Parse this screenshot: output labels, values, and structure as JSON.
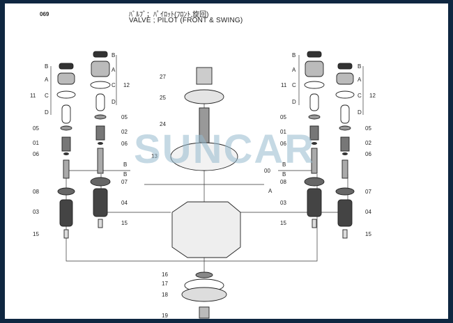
{
  "header": {
    "page_number": "069",
    "title_jp": "ﾊﾞﾙﾌﾞ；ﾊﾟｲﾛｯﾄ(ﾌﾛﾝﾄ,旋回)",
    "title_en": "VALVE ; PILOT (FRONT & SWING)"
  },
  "watermark": {
    "text": "SUNCAR"
  },
  "callouts": {
    "left": [
      "B",
      "A",
      "11",
      "C",
      "D",
      "05",
      "01",
      "06",
      "08",
      "03",
      "15"
    ],
    "left_inner": [
      "B",
      "A",
      "C",
      "12",
      "D",
      "05",
      "02",
      "06",
      "B",
      "B",
      "07",
      "04",
      "15"
    ],
    "center": [
      "27",
      "25",
      "24",
      "13",
      "A",
      "16",
      "17",
      "18",
      "19"
    ],
    "right": [
      "B",
      "A",
      "11",
      "C",
      "D",
      "05",
      "01",
      "06",
      "00",
      "08",
      "03",
      "15"
    ],
    "right_inner": [
      "B",
      "A",
      "C",
      "12",
      "D",
      "05",
      "02",
      "06",
      "B",
      "B",
      "07",
      "04",
      "15"
    ]
  },
  "colors": {
    "frame": "#0f2741",
    "paper": "#ffffff",
    "ink": "#222222",
    "watermark": "#96b9cd"
  }
}
